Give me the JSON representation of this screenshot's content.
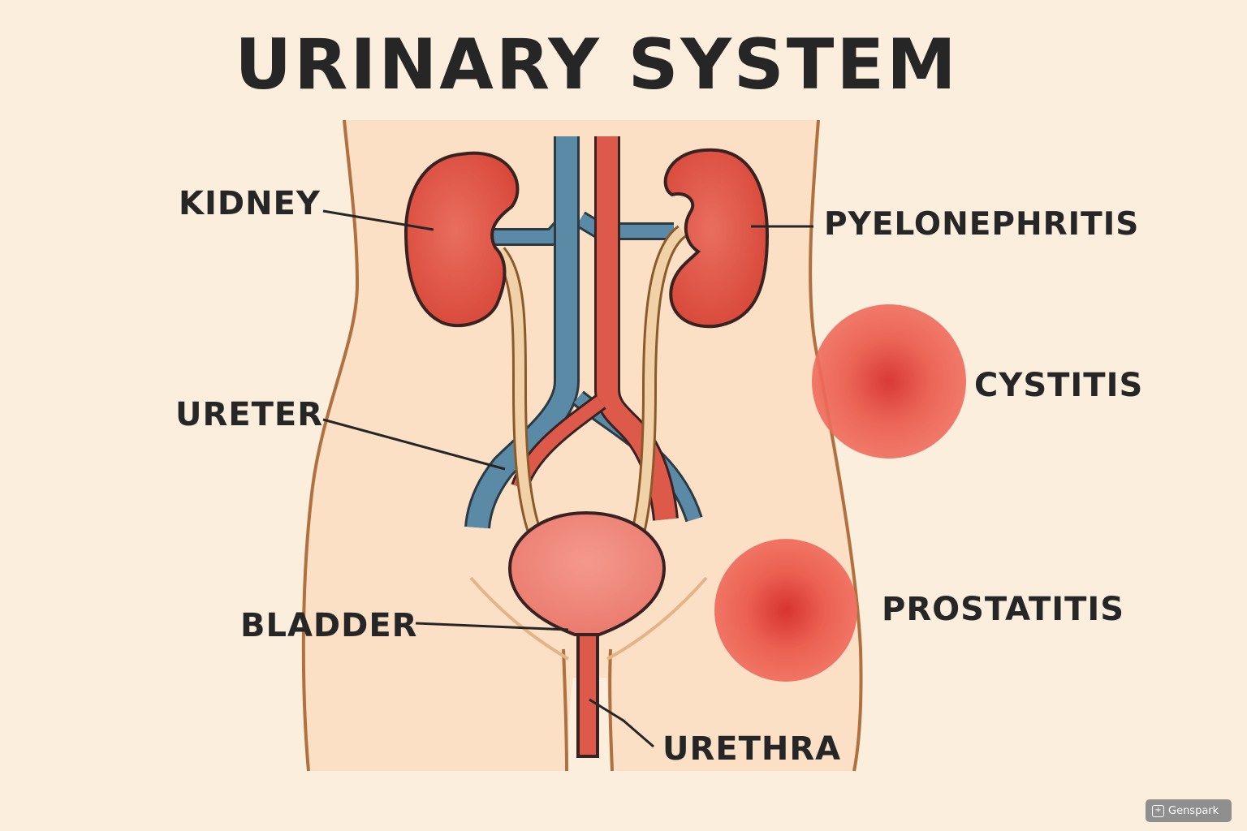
{
  "title": "URINARY SYSTEM",
  "labels": {
    "kidney": "KIDNEY",
    "ureter": "URETER",
    "bladder": "BLADDER",
    "urethra": "URETHRA",
    "pyelonephritis": "PYELONEPHRITIS",
    "cystitis": "CYSTITIS",
    "prostatitis": "PROSTATITIS"
  },
  "watermark": "Genspark",
  "colors": {
    "background": "#fbeedd",
    "body": "#fbe0c6",
    "body_outline": "#b0703f",
    "kidney": "#d9493a",
    "vein": "#5b8aa6",
    "artery": "#dd5a4a",
    "bladder": "#ef8579",
    "inflammation": "#e8473d"
  },
  "icons": {
    "watermark_icon": "plus-grid-icon"
  }
}
